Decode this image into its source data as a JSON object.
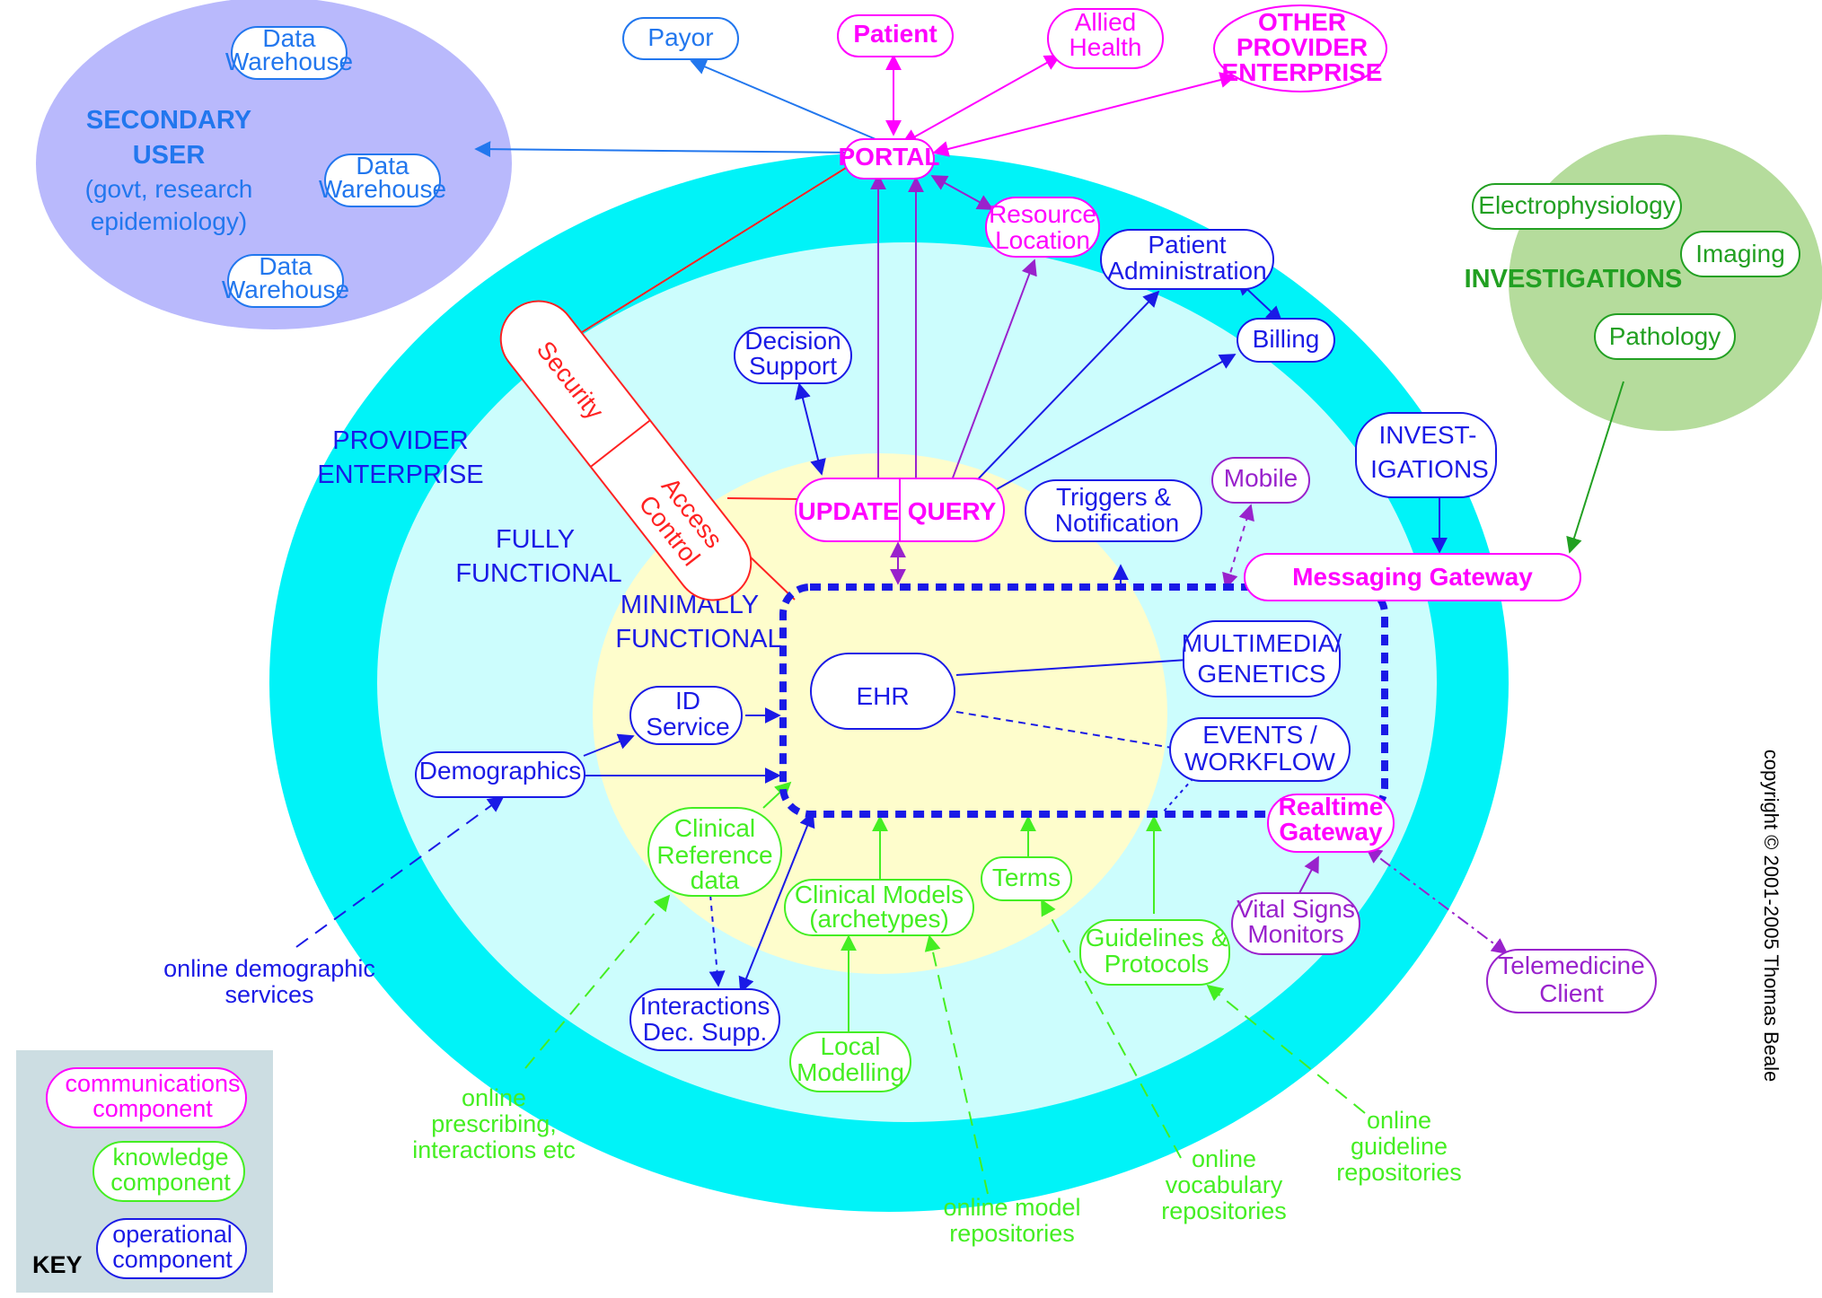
{
  "colors": {
    "provider_ring": "#00f3f8",
    "fully_functional": "#ccfdfd",
    "minimally_functional": "#fefdcc",
    "secondary_user": "#b9b9fc",
    "investigations": "#b5dc9c",
    "key_bg": "#ccdde2",
    "communications": "#ff00ff",
    "knowledge": "#44ee22",
    "operational": "#1a1ae6",
    "secondary_blue": "#2277ee",
    "security_red": "#ff2222",
    "purple": "#9922cc",
    "investigations_green": "#22a022"
  },
  "regions": {
    "secondary_user": {
      "line1": "SECONDARY",
      "line2": "USER",
      "line3": "(govt, research",
      "line4": "epidemiology)"
    },
    "provider_enterprise": {
      "line1": "PROVIDER",
      "line2": "ENTERPRISE"
    },
    "fully_functional": {
      "line1": "FULLY",
      "line2": "FUNCTIONAL"
    },
    "minimally_functional": {
      "line1": "MINIMALLY",
      "line2": "FUNCTIONAL"
    },
    "investigations": {
      "label": "INVESTIGATIONS"
    }
  },
  "nodes": {
    "dw1": {
      "line1": "Data",
      "line2": "Warehouse"
    },
    "dw2": {
      "line1": "Data",
      "line2": "Warehouse"
    },
    "dw3": {
      "line1": "Data",
      "line2": "Warehouse"
    },
    "payor": {
      "label": "Payor"
    },
    "patient": {
      "label": "Patient"
    },
    "allied_health": {
      "line1": "Allied",
      "line2": "Health"
    },
    "other_provider": {
      "line1": "OTHER",
      "line2": "PROVIDER",
      "line3": "ENTERPRISE"
    },
    "portal": {
      "label": "PORTAL"
    },
    "resource_location": {
      "line1": "Resource",
      "line2": "Location"
    },
    "patient_admin": {
      "line1": "Patient",
      "line2": "Administration"
    },
    "billing": {
      "label": "Billing"
    },
    "decision_support": {
      "line1": "Decision",
      "line2": "Support"
    },
    "security": {
      "label": "Security"
    },
    "access_control": {
      "line1": "Access",
      "line2": "Control"
    },
    "update": {
      "label": "UPDATE"
    },
    "query": {
      "label": "QUERY"
    },
    "triggers": {
      "line1": "Triggers &",
      "line2": "Notification"
    },
    "mobile": {
      "label": "Mobile"
    },
    "invest": {
      "line1": "INVEST-",
      "line2": "IGATIONS"
    },
    "messaging_gateway": {
      "label": "Messaging Gateway"
    },
    "electrophysiology": {
      "label": "Electrophysiology"
    },
    "imaging": {
      "label": "Imaging"
    },
    "pathology": {
      "label": "Pathology"
    },
    "ehr": {
      "label": "EHR"
    },
    "multimedia": {
      "line1": "MULTIMEDIA/",
      "line2": "GENETICS"
    },
    "events": {
      "line1": "EVENTS /",
      "line2": "WORKFLOW"
    },
    "id_service": {
      "line1": "ID",
      "line2": "Service"
    },
    "demographics": {
      "label": "Demographics"
    },
    "realtime_gateway": {
      "line1": "Realtime",
      "line2": "Gateway"
    },
    "clinical_reference": {
      "line1": "Clinical",
      "line2": "Reference",
      "line3": "data"
    },
    "clinical_models": {
      "line1": "Clinical Models",
      "line2": "(archetypes)"
    },
    "terms": {
      "label": "Terms"
    },
    "guidelines": {
      "line1": "Guidelines &",
      "line2": "Protocols"
    },
    "vital_signs": {
      "line1": "Vital Signs",
      "line2": "Monitors"
    },
    "telemedicine": {
      "line1": "Telemedicine",
      "line2": "Client"
    },
    "interactions": {
      "line1": "Interactions",
      "line2": "Dec. Supp."
    },
    "local_modelling": {
      "line1": "Local",
      "line2": "Modelling"
    }
  },
  "external": {
    "online_demographic": {
      "line1": "online demographic",
      "line2": "services"
    },
    "online_prescribing": {
      "line1": "online",
      "line2": "prescribing,",
      "line3": "interactions etc"
    },
    "online_model": {
      "line1": "online model",
      "line2": "repositories"
    },
    "online_vocabulary": {
      "line1": "online",
      "line2": "vocabulary",
      "line3": "repositories"
    },
    "online_guideline": {
      "line1": "online",
      "line2": "guideline",
      "line3": "repositories"
    }
  },
  "key": {
    "title": "KEY",
    "communications": {
      "line1": "communications",
      "line2": "component"
    },
    "knowledge": {
      "line1": "knowledge",
      "line2": "component"
    },
    "operational": {
      "line1": "operational",
      "line2": "component"
    }
  },
  "copyright": "copyright © 2001-2005 Thomas Beale"
}
